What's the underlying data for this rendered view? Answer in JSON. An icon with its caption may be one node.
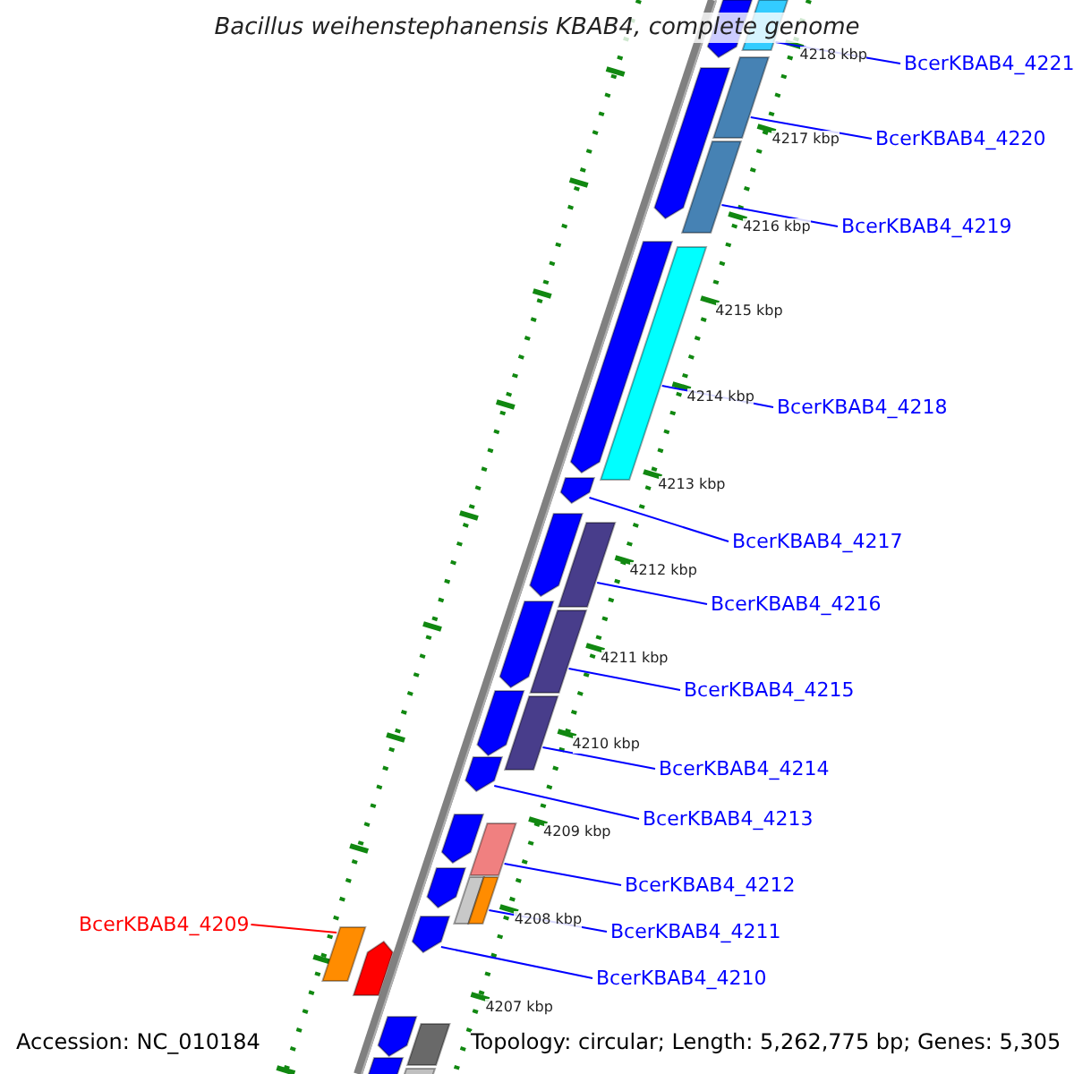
{
  "diagram": {
    "title": "Bacillus weihenstephanensis KBAB4, complete genome",
    "nodes": [
      {
        "text": [
          "BcerKBAB4_4221"
        ]
      },
      {
        "text": [
          "BcerKBAB4_4220"
        ]
      },
      {
        "text": [
          "BcerKBAB4_4219"
        ]
      },
      {
        "text": [
          "BcerKBAB4_4218"
        ]
      },
      {
        "text": [
          "BcerKBAB4_4217"
        ]
      },
      {
        "text": [
          "BcerKBAB4_4216"
        ]
      },
      {
        "text": [
          "BcerKBAB4_4215"
        ]
      },
      {
        "text": [
          "BcerKBAB4_4214"
        ]
      },
      {
        "text": [
          "BcerKBAB4_4213"
        ]
      },
      {
        "text": [
          "BcerKBAB4_4212"
        ]
      },
      {
        "text": [
          "BcerKBAB4_4211"
        ]
      },
      {
        "text": [
          "BcerKBAB4_4210"
        ]
      },
      {
        "text": [
          "BcerKBAB4_4209"
        ]
      },
      {
        "text": [],
        "shape": "arrow"
      },
      {
        "text": [],
        "shape": "bar"
      },
      {
        "text": [],
        "shape": "bar"
      },
      {
        "text": [],
        "shape": "arrow"
      },
      {
        "text": [],
        "shape": "bar"
      },
      {
        "text": [],
        "shape": "arrow"
      },
      {
        "text": [],
        "shape": "bar"
      },
      {
        "text": [],
        "shape": "arrow"
      },
      {
        "text": [],
        "shape": "arrow"
      },
      {
        "text": [],
        "shape": "bar"
      },
      {
        "text": [],
        "shape": "arrow"
      },
      {
        "text": [],
        "shape": "bar"
      },
      {
        "text": [],
        "shape": "arrow"
      },
      {
        "text": [],
        "shape": "bar"
      },
      {
        "text": [],
        "shape": "arrow"
      },
      {
        "text": [],
        "shape": "arrow"
      },
      {
        "text": [],
        "shape": "bar"
      },
      {
        "text": [],
        "shape": "arrow"
      },
      {
        "text": [],
        "shape": "bar"
      },
      {
        "text": [],
        "shape": "bar"
      },
      {
        "text": [],
        "shape": "arrow"
      },
      {
        "text": [],
        "shape": "bar"
      },
      {
        "text": [],
        "shape": "arrow"
      },
      {
        "text": [],
        "shape": "arrow"
      },
      {
        "text": [],
        "shape": "bar"
      },
      {
        "text": [],
        "shape": "bar"
      },
      {
        "text": [],
        "shape": "bar"
      }
    ],
    "edges": [
      {
        "from": 0,
        "to": 14,
        "arrow": "none"
      },
      {
        "from": 1,
        "to": 15,
        "arrow": "none"
      },
      {
        "from": 2,
        "to": 17,
        "arrow": "none"
      },
      {
        "from": 3,
        "to": 19,
        "arrow": "none"
      },
      {
        "from": 4,
        "to": 20,
        "arrow": "none"
      },
      {
        "from": 5,
        "to": 22,
        "arrow": "none"
      },
      {
        "from": 6,
        "to": 24,
        "arrow": "none"
      },
      {
        "from": 7,
        "to": 26,
        "arrow": "none"
      },
      {
        "from": 8,
        "to": 27,
        "arrow": "none"
      },
      {
        "from": 9,
        "to": 29,
        "arrow": "none"
      },
      {
        "from": 10,
        "to": 32,
        "arrow": "none"
      },
      {
        "from": 11,
        "to": 33,
        "arrow": "none"
      },
      {
        "from": 12,
        "to": 34,
        "arrow": "none",
        "color": "#ff0000"
      }
    ],
    "labels": [
      "4218 kbp",
      "4217 kbp",
      "4216 kbp",
      "4215 kbp",
      "4214 kbp",
      "4213 kbp",
      "4212 kbp",
      "4211 kbp",
      "4210 kbp",
      "4209 kbp",
      "4208 kbp",
      "4207 kbp",
      "Accession: NC_010184",
      "Topology: circular; Length: 5,262,775 bp; Genes: 5,305"
    ]
  }
}
